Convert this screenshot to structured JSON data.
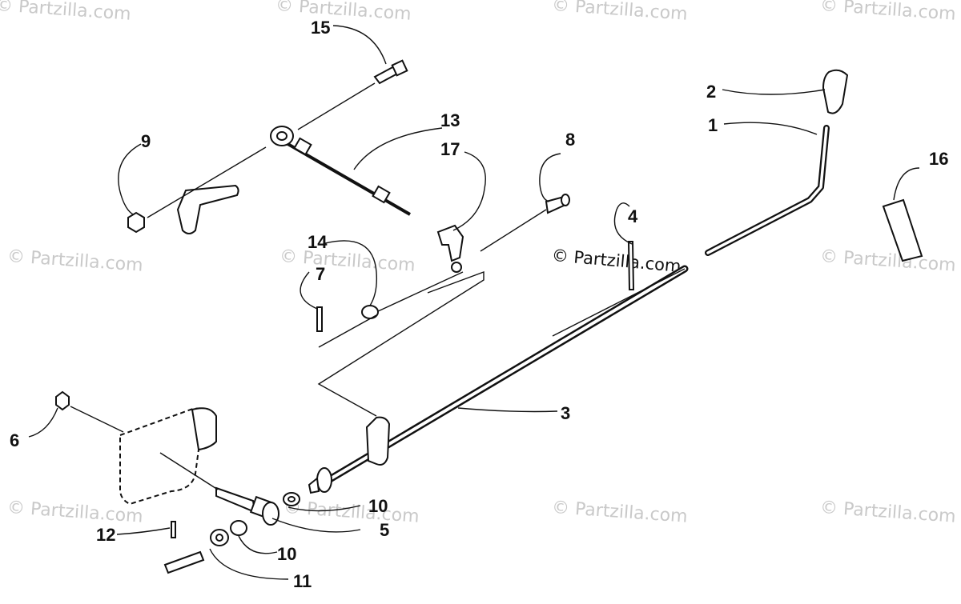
{
  "watermark": "© Partzilla.com",
  "labels": {
    "p1": "1",
    "p2": "2",
    "p3": "3",
    "p4": "4",
    "p5": "5",
    "p6": "6",
    "p7": "7",
    "p8": "8",
    "p9": "9",
    "p10a": "10",
    "p10b": "10",
    "p11": "11",
    "p12": "12",
    "p13": "13",
    "p14": "14",
    "p15": "15",
    "p16": "16",
    "p17": "17"
  }
}
